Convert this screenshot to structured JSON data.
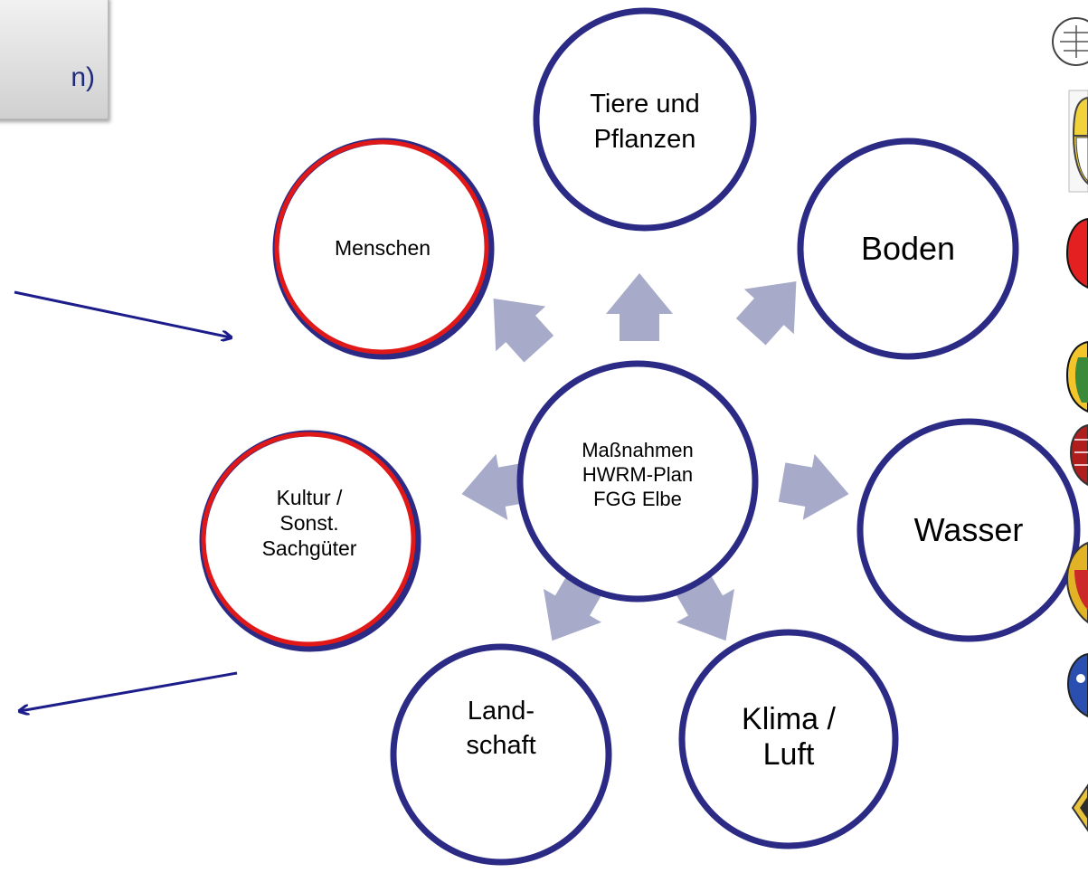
{
  "header_box": {
    "partial_text": "n)"
  },
  "diagram": {
    "center": [
      "Maßnahmen",
      "HWRM-Plan",
      "FGG Elbe"
    ],
    "nodes": [
      {
        "id": "tiere",
        "lines": [
          "Tiere und",
          "Pflanzen"
        ]
      },
      {
        "id": "boden",
        "lines": [
          "Boden"
        ]
      },
      {
        "id": "menschen",
        "lines": [
          "Menschen"
        ]
      },
      {
        "id": "kultur",
        "lines": [
          "Kultur /",
          "Sonst.",
          "Sachgüter"
        ]
      },
      {
        "id": "wasser",
        "lines": [
          "Wasser"
        ]
      },
      {
        "id": "landschaft",
        "lines": [
          "Land-",
          "schaft"
        ]
      },
      {
        "id": "klima",
        "lines": [
          "Klima /",
          "Luft"
        ]
      }
    ]
  },
  "colors": {
    "circle_border": "#2b2a85",
    "highlight_border": "#e01818",
    "arrow_fill": "#a7aac8",
    "pointer_arrow": "#1c1c8a",
    "header_text": "#1f2a78"
  },
  "icons": [
    "coat-of-arms-icon",
    "coat-of-arms-icon",
    "coat-of-arms-icon",
    "coat-of-arms-icon",
    "coat-of-arms-icon",
    "coat-of-arms-icon",
    "coat-of-arms-icon",
    "coat-of-arms-icon"
  ]
}
